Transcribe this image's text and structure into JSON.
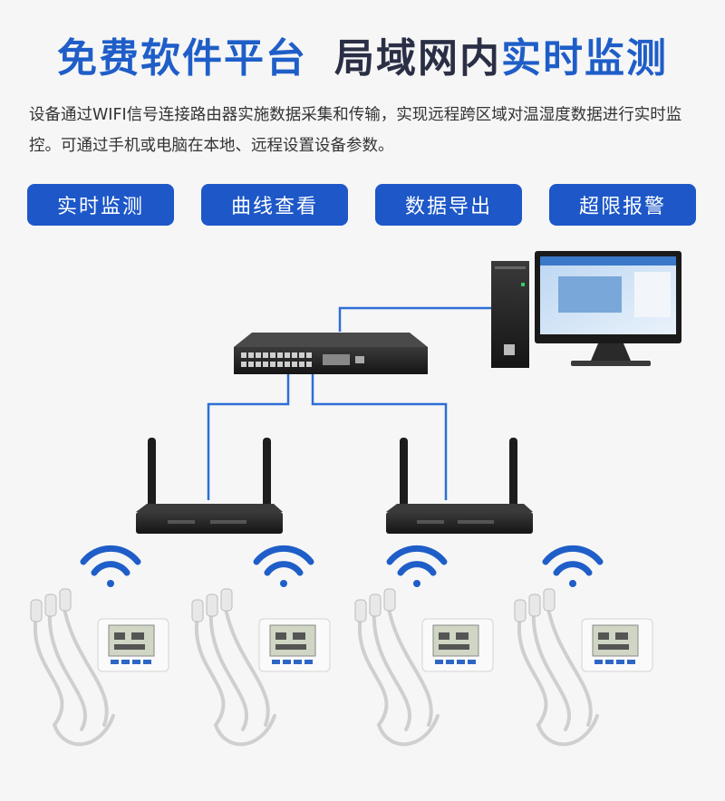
{
  "title": {
    "part1": "免费软件平台",
    "part2a": "局域网内",
    "part2b": "实时监测"
  },
  "description": "设备通过WIFI信号连接路由器实施数据采集和传输，实现远程跨区域对温湿度数据进行实时监控。可通过手机或电脑在本地、远程设置设备参数。",
  "features": [
    "实时监测",
    "曲线查看",
    "数据导出",
    "超限报警"
  ],
  "colors": {
    "title_dark": "#2a2f45",
    "accent_blue": "#1f5ec8",
    "button_blue": "#1d57c8",
    "line_blue": "#2d6fd6"
  },
  "icons": [
    "network-switch-icon",
    "computer-icon",
    "router-icon",
    "wifi-icon",
    "sensor-probe-icon",
    "data-logger-icon"
  ]
}
